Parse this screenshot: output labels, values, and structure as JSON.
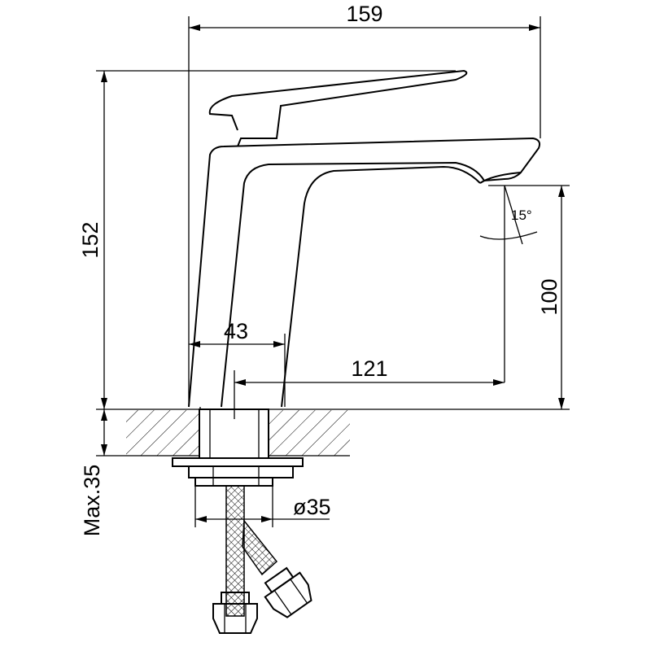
{
  "drawing": {
    "title": "Basin faucet dimension drawing",
    "dimensions": {
      "total_length": "159",
      "total_height": "152",
      "spout_height": "100",
      "body_width": "43",
      "spout_reach": "121",
      "max_countertop": "Max.35",
      "hole_diameter": "ø35",
      "spout_angle": "15°"
    },
    "colors": {
      "line": "#000000",
      "background": "#ffffff"
    }
  }
}
